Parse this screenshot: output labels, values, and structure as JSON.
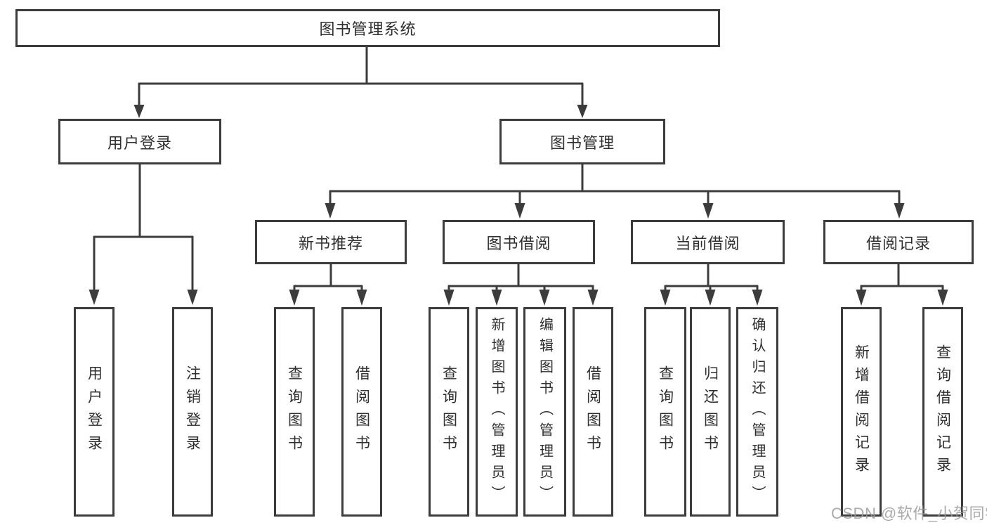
{
  "nodes": {
    "root": "图书管理系统",
    "level2": [
      "用户登录",
      "图书管理"
    ],
    "level3": [
      "新书推荐",
      "图书借阅",
      "当前借阅",
      "借阅记录"
    ],
    "leaves": [
      "用户登录",
      "注销登录",
      "查询图书",
      "借阅图书",
      "查询图书",
      "新增图书（管理员）",
      "编辑图书（管理员）",
      "借阅图书",
      "查询图书",
      "归还图书",
      "确认归还（管理员）",
      "新增借阅记录",
      "查询借阅记录"
    ]
  },
  "watermark": "CSDN @软件_小贺同学",
  "colors": {
    "line": "#3c3c3c",
    "text": "#2f2f2f",
    "background": "#ffffff",
    "watermark": "#999999"
  }
}
